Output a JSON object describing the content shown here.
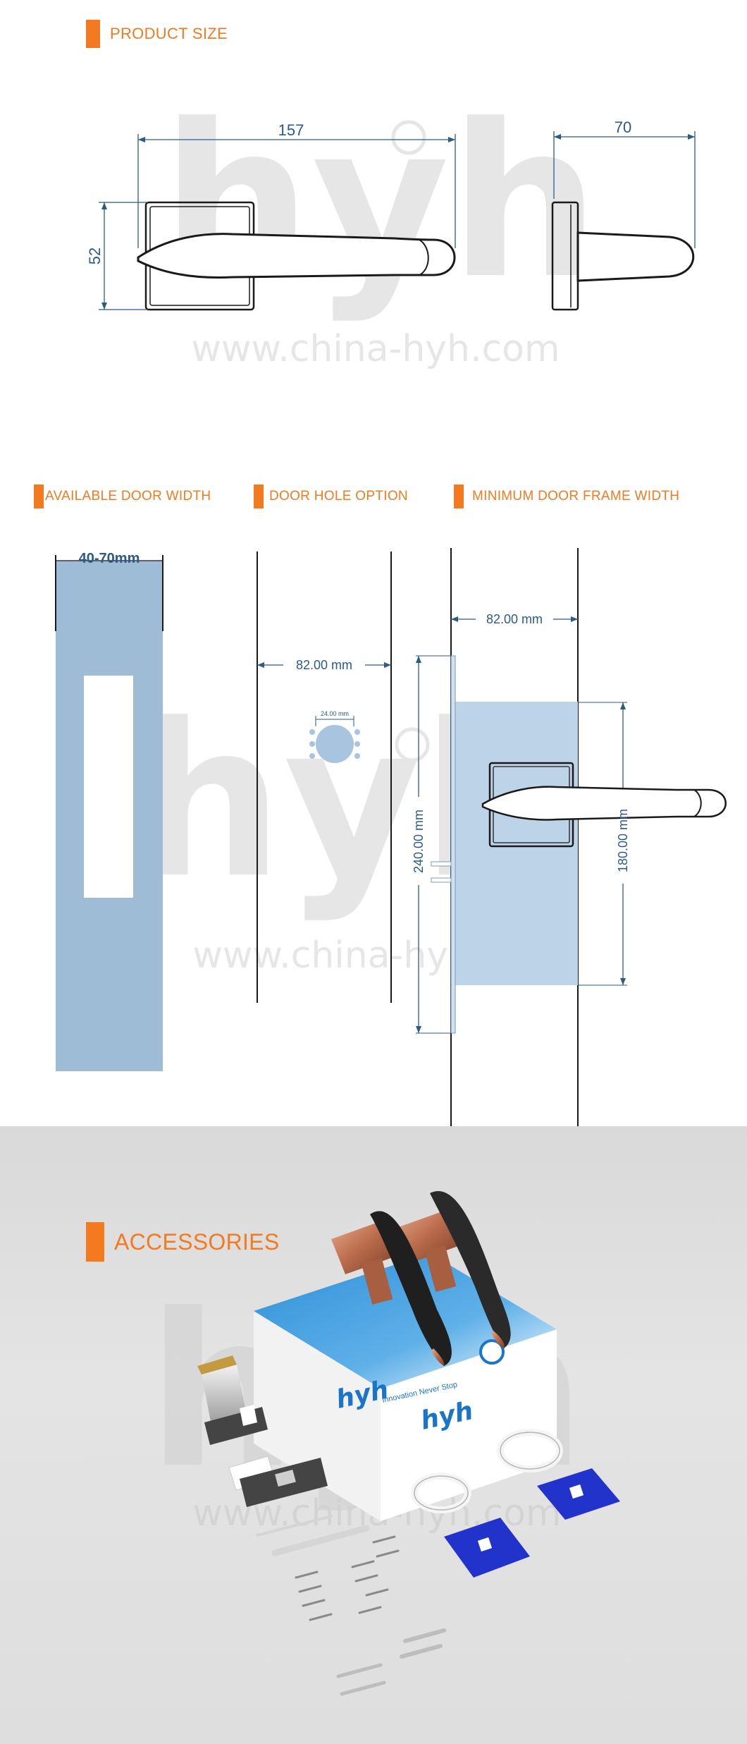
{
  "watermark": {
    "logo": "hyh",
    "url": "www.china-hyh.com"
  },
  "product_size": {
    "heading": "PRODUCT SIZE",
    "dim_length": "157",
    "dim_height": "52",
    "dim_depth": "70"
  },
  "door_specs": {
    "available_width": {
      "heading": "AVAILABLE DOOR WIDTH",
      "value": "40-70mm"
    },
    "hole_option": {
      "heading": "DOOR HOLE OPTION",
      "width": "82.00 mm",
      "hole_diameter": "24.00 mm"
    },
    "min_frame": {
      "heading": "MINIMUM DOOR FRAME WIDTH",
      "width": "82.00 mm",
      "plate_height": "240.00 mm",
      "handle_height": "180.00 mm"
    }
  },
  "accessories": {
    "heading": "ACCESSORIES",
    "box_logo": "hyh",
    "box_tagline": "Innovation Never Stop"
  },
  "colors": {
    "accent": "#f47a20",
    "dimension": "#2b5b86",
    "door_fill": "#9fbcd6",
    "box_blue": "#1a75c8",
    "plate_blue": "#2233cc"
  }
}
